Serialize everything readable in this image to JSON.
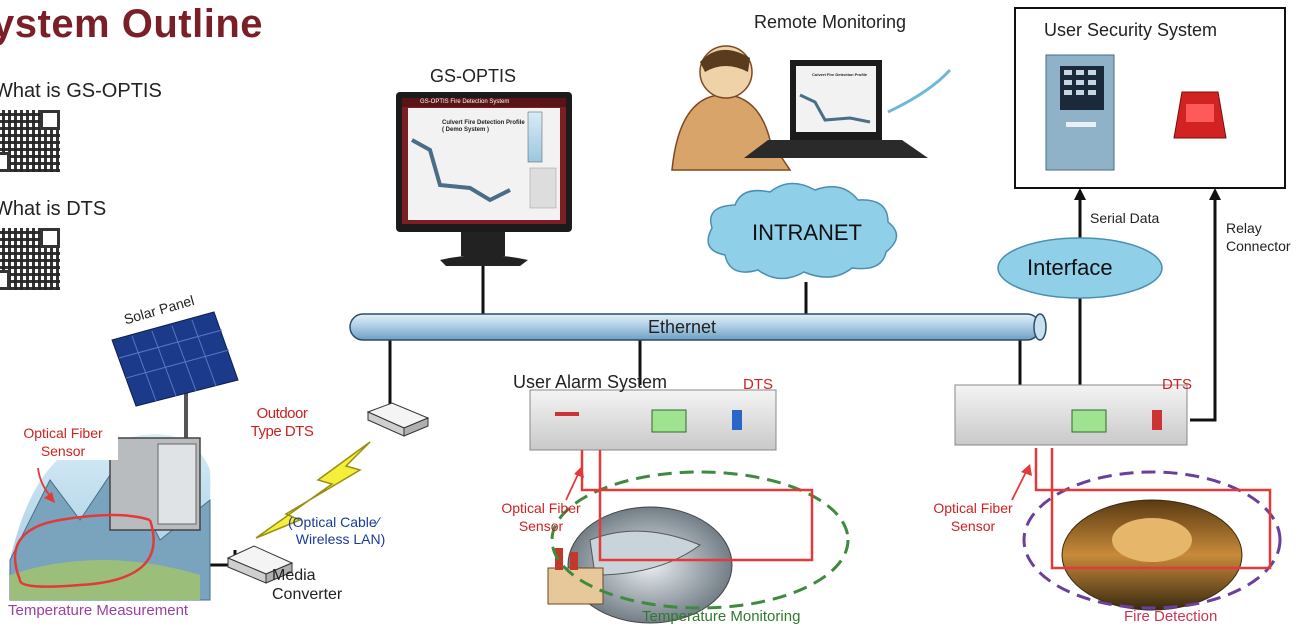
{
  "title": "ystem Outline",
  "qr_links": [
    {
      "label": "What is GS-OPTIS"
    },
    {
      "label": "What is DTS"
    }
  ],
  "nodes": {
    "gs_optis": "GS-OPTIS",
    "remote_monitoring": "Remote Monitoring",
    "intranet": "INTRANET",
    "user_security_system": "User Security System",
    "serial_data": "Serial Data",
    "relay_connector": "Relay\nConnector",
    "interface": "Interface",
    "ethernet": "Ethernet",
    "user_alarm_system": "User Alarm System",
    "dts_center": "DTS",
    "dts_right": "DTS",
    "solar_panel": "Solar Panel",
    "optical_fiber_sensor_left": "Optical Fiber\nSensor",
    "outdoor_type_dts": "Outdoor\nType DTS",
    "optical_cable": "(Optical Cable∕\n  Wireless LAN)",
    "media_converter": "Media\nConverter",
    "temperature_measurement": "Temperature Measurement",
    "optical_fiber_sensor_center": "Optical Fiber\nSensor",
    "temperature_monitoring": "Temperature Monitoring",
    "optical_fiber_sensor_right": "Optical Fiber\nSensor",
    "fire_detection": "Fire Detection"
  },
  "monitor_screen": {
    "header": "GS-OPTIS Fire Detection System",
    "profile_title": "Culvert Fire Detection Profile\n( Demo System )"
  },
  "laptop_screen": {
    "profile_title": "Culvert Fire Detection Profile"
  },
  "colors": {
    "title": "#7a1f28",
    "ethernet": "#b9d6ea",
    "cloud": "#8fcfe8",
    "fiber_red": "#e23a3a",
    "green_dash": "#3f8a3f",
    "purple_dash": "#6b3f9a"
  }
}
